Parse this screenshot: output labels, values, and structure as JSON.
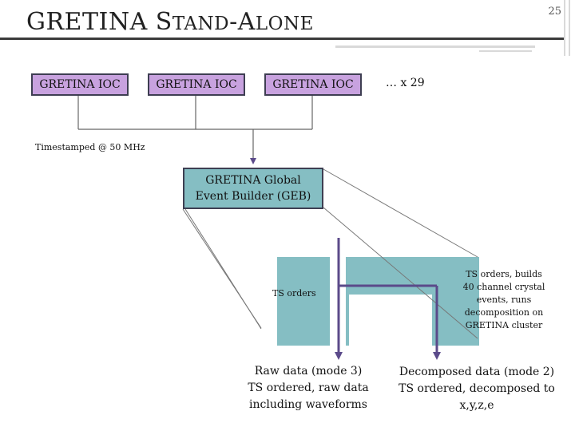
{
  "slide": {
    "title_main": "GRETINA S",
    "title_sc1": "TAND",
    "title_dash": "-A",
    "title_sc2": "LONE",
    "number": "25"
  },
  "iocs": [
    {
      "label": "GRETINA IOC"
    },
    {
      "label": "GRETINA IOC"
    },
    {
      "label": "GRETINA IOC"
    }
  ],
  "ioc_multiplier": "… x 29",
  "timestamp_label": "Timestamped @ 50 MHz",
  "geb": {
    "line1": "GRETINA Global",
    "line2": "Event Builder (GEB)"
  },
  "ts_orders_label": "TS orders",
  "geb_detail": [
    "TS orders, builds",
    "40 channel crystal",
    "events, runs",
    "decomposition on",
    "GRETINA cluster"
  ],
  "raw_output": [
    "Raw data (mode 3)",
    "TS ordered, raw data",
    "including waveforms"
  ],
  "decomposed_output": [
    "Decomposed data (mode 2)",
    "TS ordered, decomposed to",
    "x,y,z,e"
  ],
  "colors": {
    "ioc_fill": "#c8a2df",
    "block_fill": "#85bec3",
    "arrow": "#5b4a8a",
    "border": "#3e3e52"
  }
}
